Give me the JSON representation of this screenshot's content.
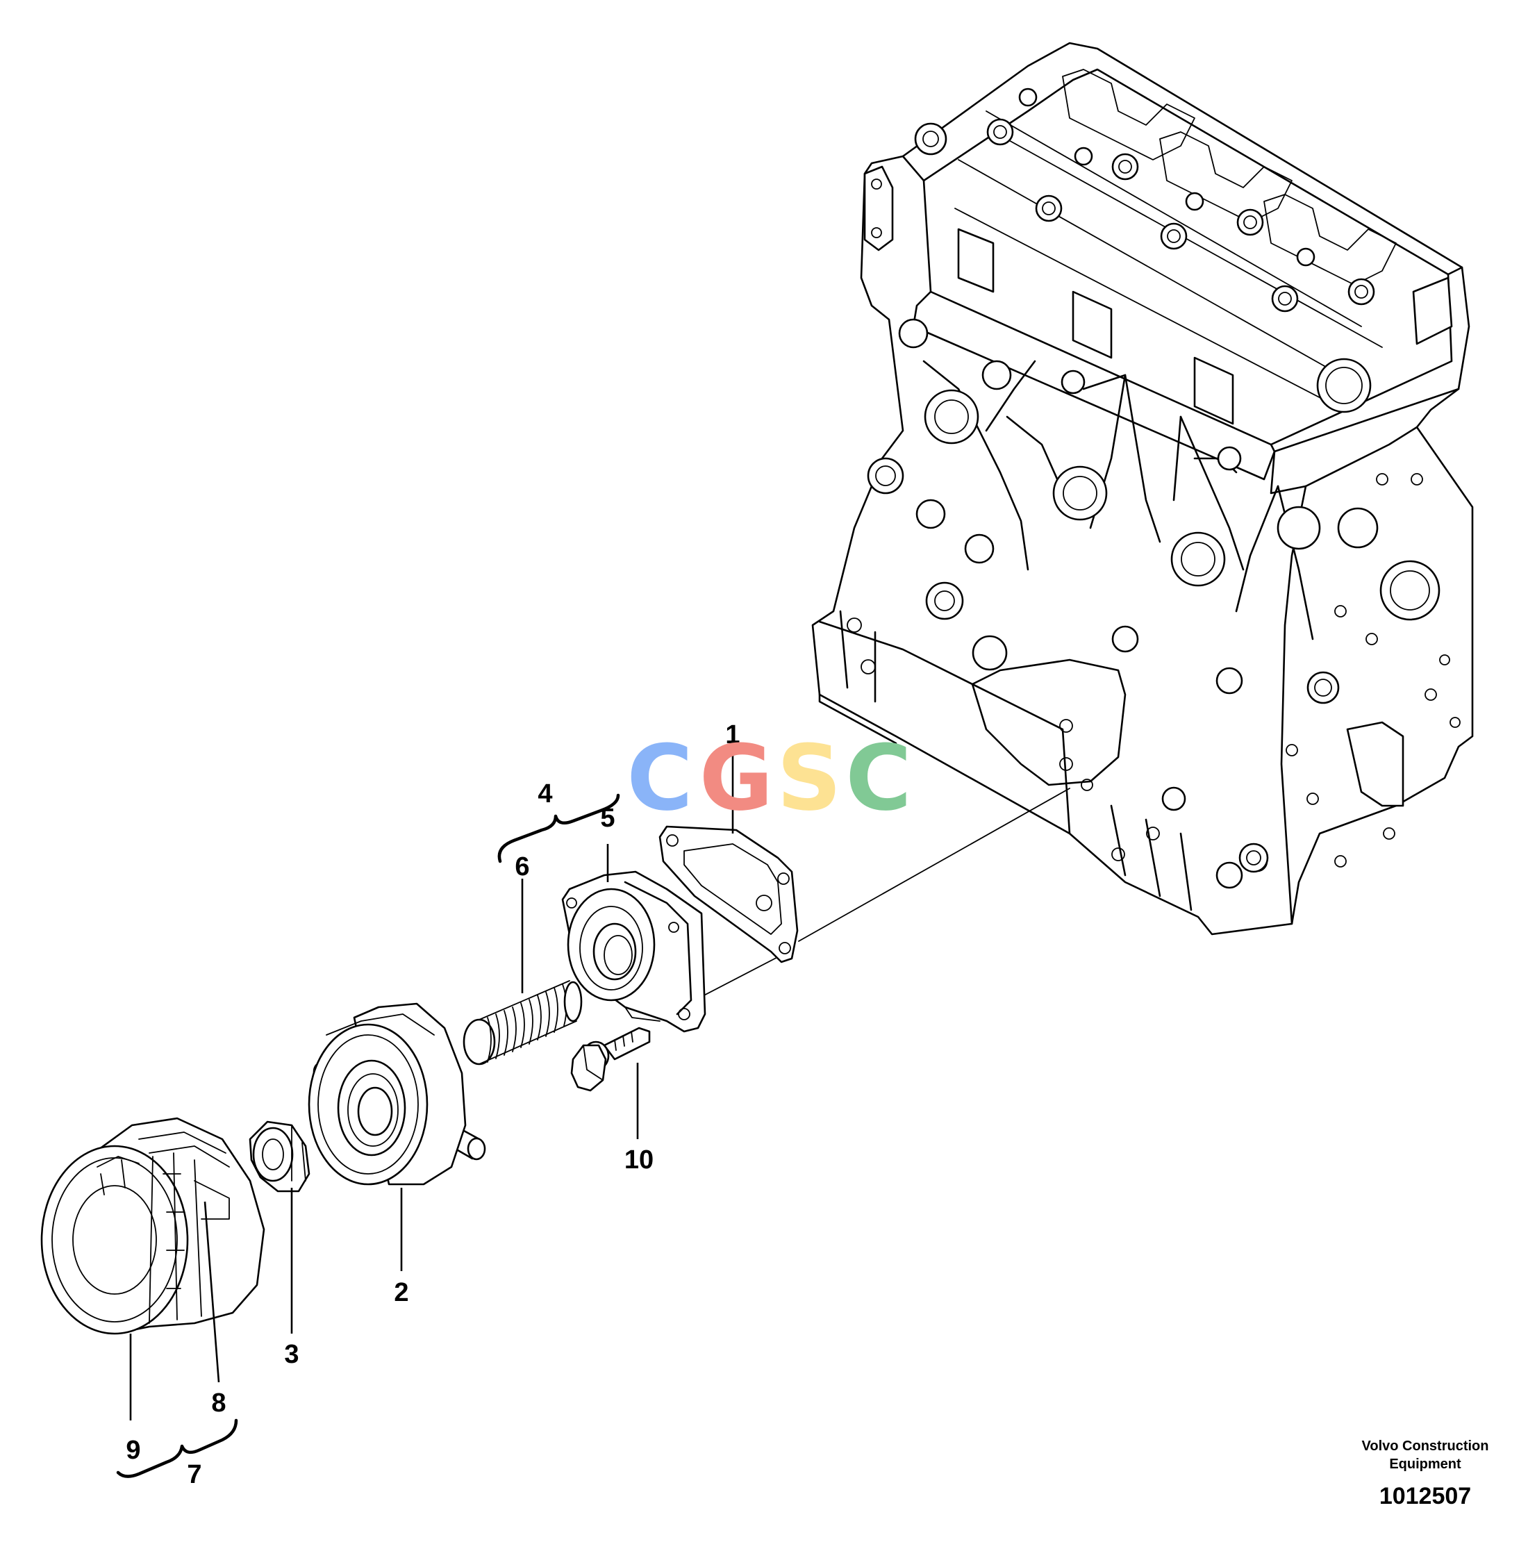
{
  "callouts": [
    "1",
    "2",
    "3",
    "4",
    "5",
    "6",
    "7",
    "8",
    "9",
    "10"
  ],
  "caption": {
    "company_line1": "Volvo Construction",
    "company_line2": "Equipment",
    "document_number": "1012507"
  },
  "watermark": {
    "letters": [
      "C",
      "G",
      "S",
      "C"
    ],
    "colors": [
      "#8ab4f8",
      "#f28b82",
      "#fde293",
      "#81c995"
    ]
  }
}
